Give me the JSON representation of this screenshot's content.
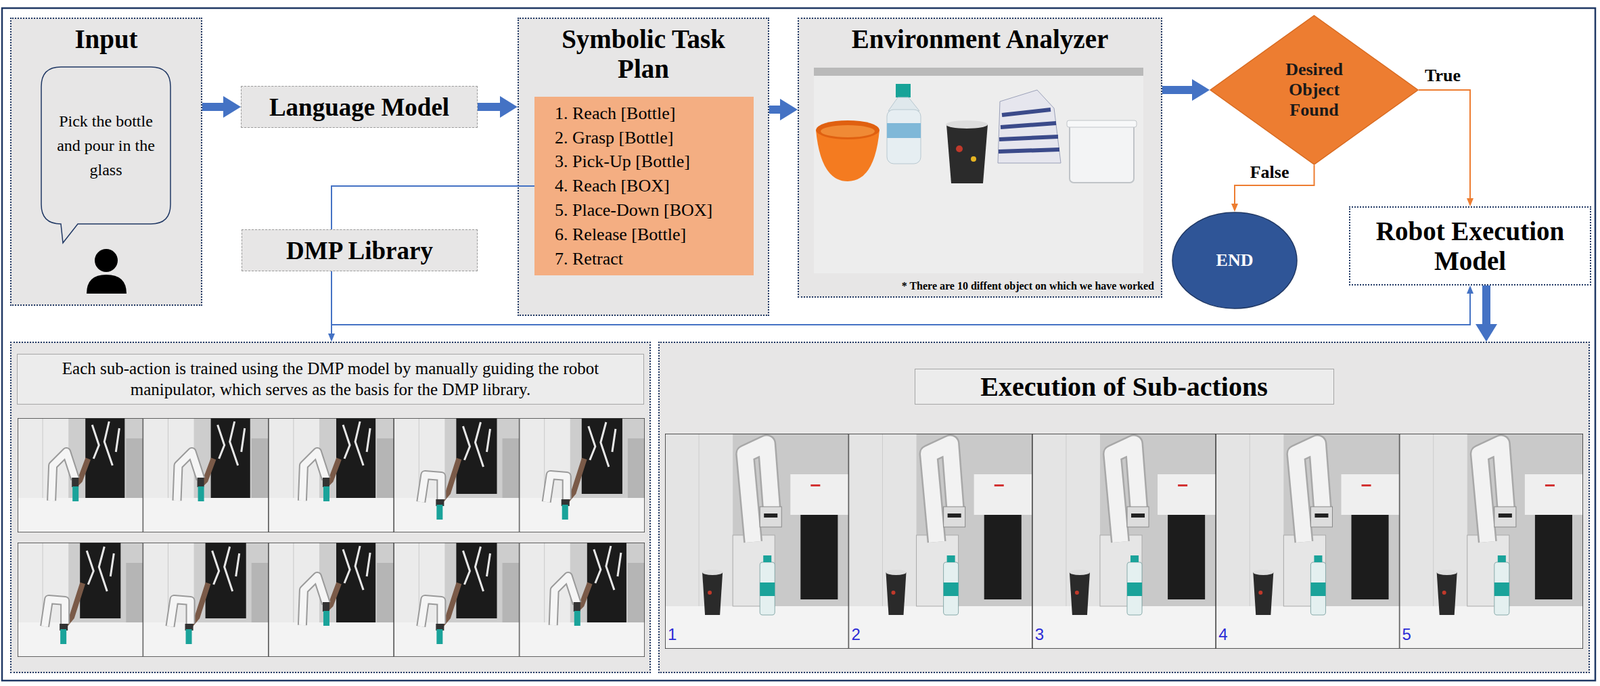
{
  "diagram": {
    "nodes": [
      {
        "text": [
          "Input"
        ]
      },
      {
        "text": [
          "Pick the bottle and pour in the glass"
        ],
        "in": 0
      },
      {
        "text": [
          "Language Model"
        ]
      },
      {
        "text": [
          "Symbolic Task Plan"
        ]
      },
      {
        "text": [
          "1. Reach [Bottle]",
          "2. Grasp [Bottle]",
          "3. Pick-Up [Bottle]",
          "4. Reach [BOX]",
          "5. Place-Down [BOX]",
          "6. Release [Bottle]",
          "7. Retract"
        ],
        "in": 3
      },
      {
        "text": [
          "Environment Analyzer",
          "* There are 10 diffent object on which we have worked"
        ]
      },
      {
        "text": [
          "Desired Object Found"
        ]
      },
      {
        "text": [
          "END"
        ]
      },
      {
        "text": [
          "Robot Execution Model"
        ]
      },
      {
        "text": [
          "DMP Library"
        ]
      },
      {
        "text": [
          "Each sub-action is trained using the DMP model by manually guiding the robot manipulator, which serves as the basis for the DMP library."
        ]
      },
      {
        "text": [
          "Execution of Sub-actions"
        ]
      }
    ],
    "edges": [
      {
        "from": 0,
        "to": 2,
        "arrow": "to"
      },
      {
        "from": 2,
        "to": 3,
        "arrow": "to"
      },
      {
        "from": 3,
        "to": 5,
        "arrow": "to"
      },
      {
        "from": 5,
        "to": 6,
        "arrow": "to"
      },
      {
        "from": 6,
        "to": 8,
        "label": "True",
        "arrow": "to"
      },
      {
        "from": 6,
        "to": 7,
        "label": "False",
        "arrow": "to"
      },
      {
        "from": 4,
        "to": 9,
        "arrow": "none"
      },
      {
        "from": 9,
        "to": 10,
        "arrow": "to"
      },
      {
        "from": 9,
        "to": 8,
        "arrow": "to"
      },
      {
        "from": 8,
        "to": 11,
        "arrow": "to"
      }
    ],
    "labels": [
      "1",
      "2",
      "3",
      "4",
      "5"
    ]
  }
}
